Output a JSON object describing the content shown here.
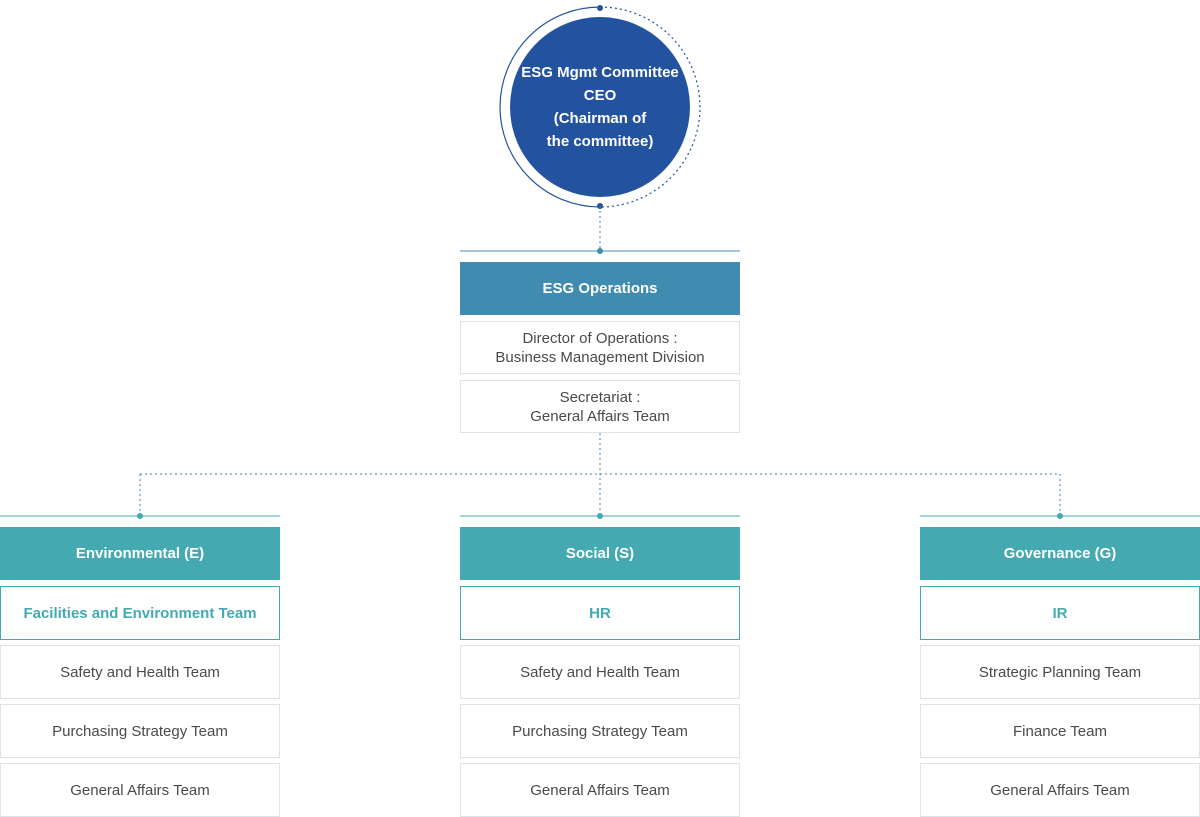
{
  "committee": {
    "line1": "ESG Mgmt Committee",
    "line2": "CEO",
    "line3": "(Chairman of",
    "line4": "the committee)"
  },
  "operations": {
    "title": "ESG Operations",
    "director_line1": "Director of Operations :",
    "director_line2": "Business Management Division",
    "secretariat_line1": "Secretariat :",
    "secretariat_line2": "General Affairs Team"
  },
  "pillars": [
    {
      "title": "Environmental (E)",
      "lead": "Facilities and Environment Team",
      "teams": [
        "Safety and Health Team",
        "Purchasing Strategy Team",
        "General Affairs Team"
      ]
    },
    {
      "title": "Social (S)",
      "lead": "HR",
      "teams": [
        "Safety and Health Team",
        "Purchasing Strategy Team",
        "General Affairs Team"
      ]
    },
    {
      "title": "Governance (G)",
      "lead": "IR",
      "teams": [
        "Strategic Planning Team",
        "Finance Team",
        "General Affairs Team"
      ]
    }
  ],
  "colors": {
    "committee": "#23529f",
    "operations_header": "#3f8cb0",
    "pillar_header": "#44a9b1",
    "connector": "#3f7fa8"
  }
}
